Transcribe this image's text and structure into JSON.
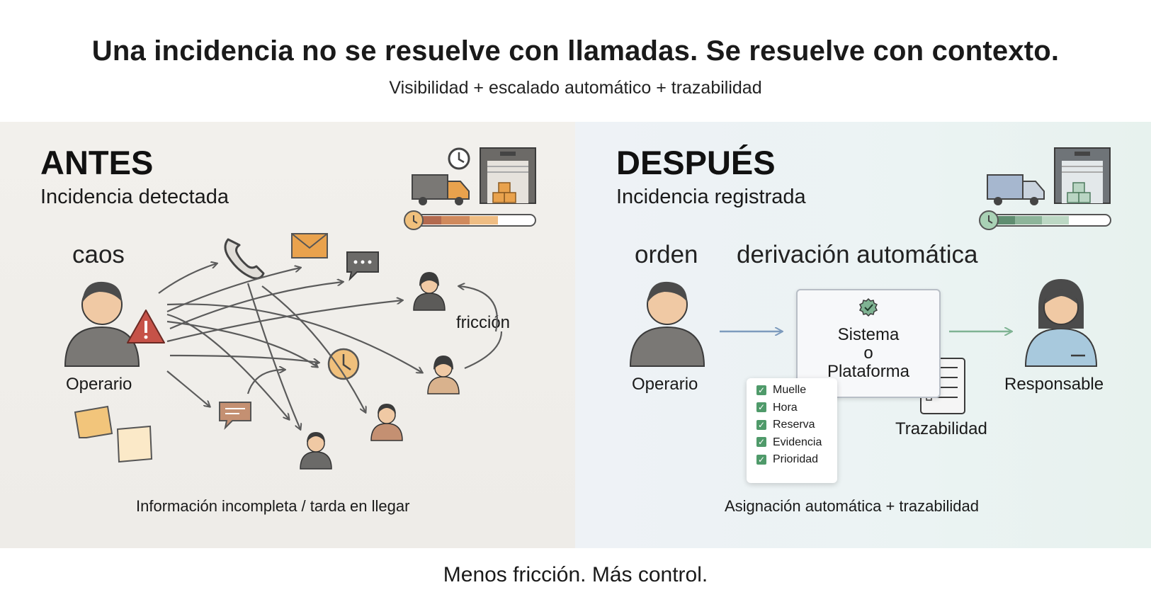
{
  "header": {
    "title": "Una incidencia no se resuelve con llamadas. Se resuelve con contexto.",
    "subtitle": "Visibilidad + escalado automático + trazabilidad"
  },
  "before": {
    "heading": "ANTES",
    "subheading": "Incidencia detectada",
    "state_word": "caos",
    "actor_label": "Operario",
    "friction_label": "fricción",
    "caption": "Información incompleta / tarda en llegar"
  },
  "after": {
    "heading": "DESPUÉS",
    "subheading": "Incidencia registrada",
    "state_word": "orden",
    "flow_word": "derivación automática",
    "actor_label": "Operario",
    "system_label": "Sistema\no\nPlataforma",
    "checklist": [
      "Muelle",
      "Hora",
      "Reserva",
      "Evidencia",
      "Prioridad"
    ],
    "traceability_label": "Trazabilidad",
    "responsible_label": "Responsable",
    "caption": "Asignación automática + trazabilidad"
  },
  "footer": {
    "tagline": "Menos fricción. Más control."
  },
  "colors": {
    "before_accent": "#e9a24d",
    "after_accent": "#7fb393",
    "warning": "#c65248",
    "arrow": "#5b5b5b"
  },
  "icons": [
    "person-icon",
    "warning-icon",
    "phone-icon",
    "mail-icon",
    "chat-icon",
    "clock-icon",
    "sticky-note-icon",
    "truck-icon",
    "warehouse-icon",
    "progress-bar-icon",
    "badge-icon",
    "checklist-icon",
    "arrow-icon"
  ]
}
